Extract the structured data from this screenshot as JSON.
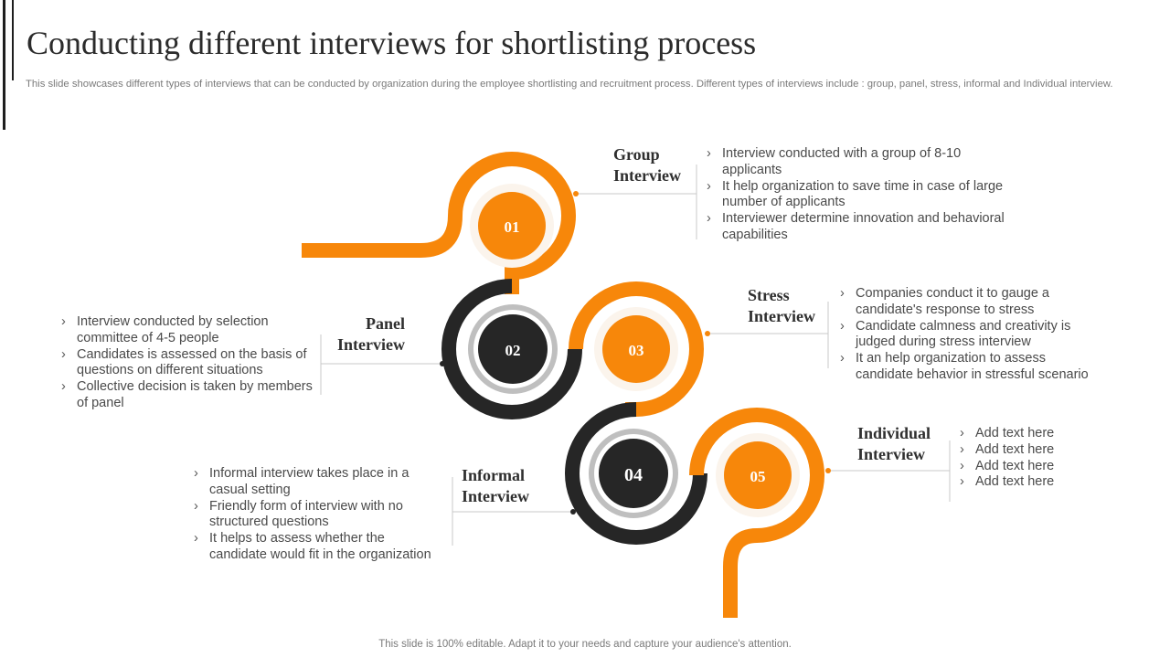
{
  "title": "Conducting different interviews for shortlisting process",
  "subtitle": "This slide showcases different types of interviews that can be conducted by organization during the employee shortlisting and recruitment process. Different types of interviews include : group, panel, stress, informal and Individual interview.",
  "footer": "This slide is 100% editable. Adapt it to your needs and capture your audience's attention.",
  "colors": {
    "orange": "#F7870A",
    "dark": "#262626",
    "grey": "#BFBFBF"
  },
  "steps": [
    {
      "number": "01",
      "heading_line1": "Group",
      "heading_line2": "Interview",
      "points": [
        "Interview conducted with a group of 8-10 applicants",
        "It help organization to save time in case of large number of applicants",
        "Interviewer determine innovation and behavioral capabilities"
      ]
    },
    {
      "number": "02",
      "heading_line1": "Panel",
      "heading_line2": "Interview",
      "points": [
        "Interview conducted by selection committee of 4-5 people",
        "Candidates is assessed on the basis of questions on different situations",
        "Collective decision is taken by members of panel"
      ]
    },
    {
      "number": "03",
      "heading_line1": "Stress",
      "heading_line2": "Interview",
      "points": [
        "Companies conduct it to gauge a candidate's response to stress",
        "Candidate calmness and creativity is judged during stress interview",
        "It an help organization to assess candidate behavior in stressful scenario"
      ]
    },
    {
      "number": "04",
      "heading_line1": "Informal",
      "heading_line2": "Interview",
      "points": [
        "Informal interview takes place in a casual setting",
        "Friendly form of interview with no structured questions",
        "It helps to assess whether the candidate would fit in the organization"
      ]
    },
    {
      "number": "05",
      "heading_line1": "Individual",
      "heading_line2": "Interview",
      "points": [
        "Add text here",
        "Add text here",
        "Add text here",
        "Add text here"
      ]
    }
  ]
}
